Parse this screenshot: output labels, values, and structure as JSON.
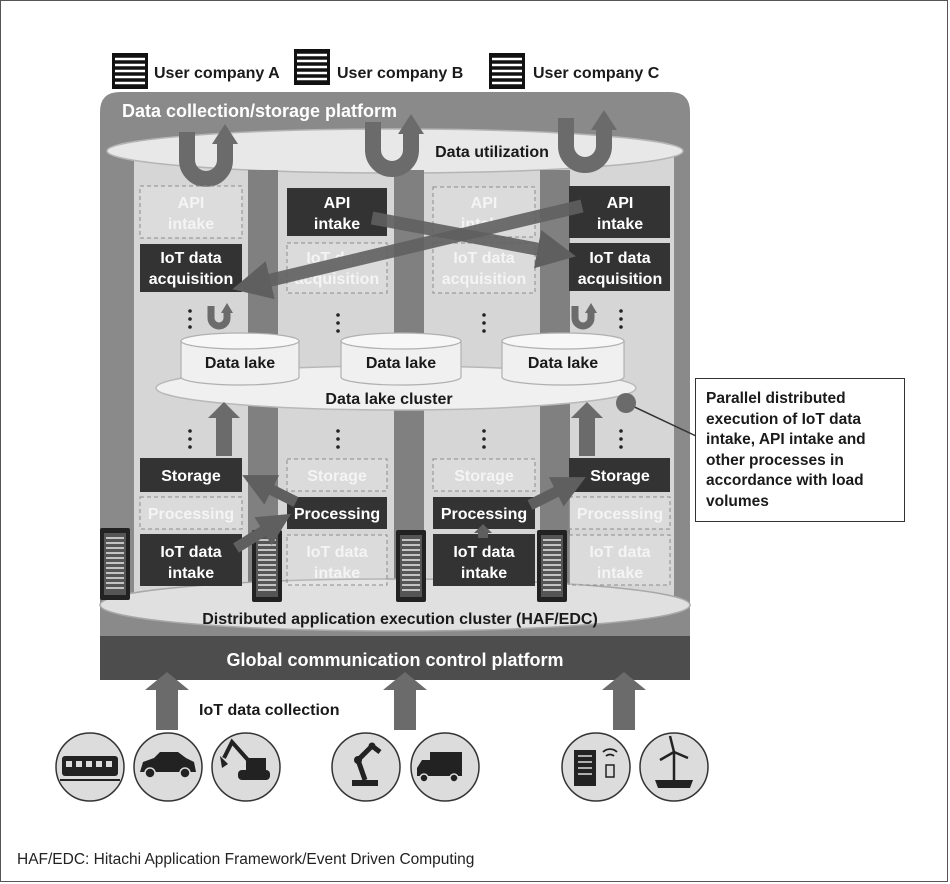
{
  "diagram": {
    "user_companies": [
      "User company A",
      "User company B",
      "User company C"
    ],
    "platform_label": "Data collection/storage platform",
    "utilization_label": "Data utilization",
    "process_labels": {
      "api_1": "API",
      "api_2": "intake",
      "acq_1": "IoT data",
      "acq_2": "acquisition",
      "storage": "Storage",
      "processing": "Processing",
      "iot_1": "IoT data",
      "iot_2": "intake"
    },
    "data_lakes": [
      "Data lake",
      "Data lake",
      "Data lake"
    ],
    "data_lake_cluster_label": "Data lake cluster",
    "cluster_label": "Distributed application execution cluster (HAF/EDC)",
    "global_platform_label": "Global communication control platform",
    "iot_collection_label": "IoT data collection",
    "callout_text": "Parallel distributed execution of IoT data intake, API intake and other processes in accordance with load volumes",
    "footnote": "HAF/EDC: Hitachi Application Framework/Event Driven Computing",
    "colors": {
      "platform": "#8a8a8a",
      "active_box": "#333333",
      "global_platform": "#4d4d4d",
      "arrow": "#6b6b6b"
    }
  }
}
